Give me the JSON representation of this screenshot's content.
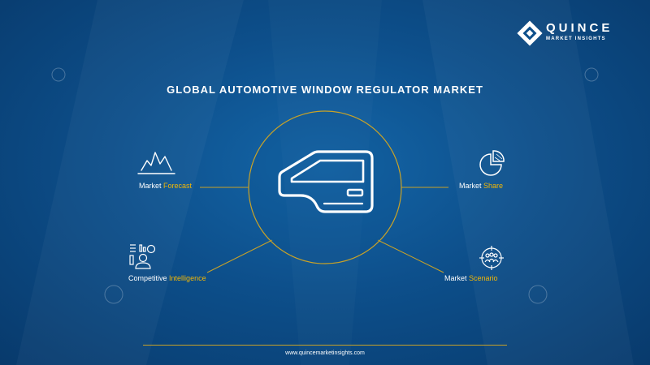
{
  "brand": {
    "name": "QUINCE",
    "tagline": "MARKET INSIGHTS",
    "accent_color": "#f2b705",
    "logo_icon": "quince-diamond-logo-icon"
  },
  "title": "GLOBAL AUTOMOTIVE WINDOW REGULATOR MARKET",
  "center_icon": "car-door-icon",
  "features": {
    "forecast": {
      "prefix": "Market",
      "highlight": "Forecast",
      "icon": "line-chart-icon"
    },
    "share": {
      "prefix": "Market",
      "highlight": "Share",
      "icon": "pie-chart-icon"
    },
    "competitive": {
      "prefix": "Competitive",
      "highlight": "Intelligence",
      "icon": "presenter-chart-icon"
    },
    "scenario": {
      "prefix": "Market",
      "highlight": "Scenario",
      "icon": "team-target-icon"
    }
  },
  "footer": {
    "url": "www.quincemarketinsights.com"
  }
}
